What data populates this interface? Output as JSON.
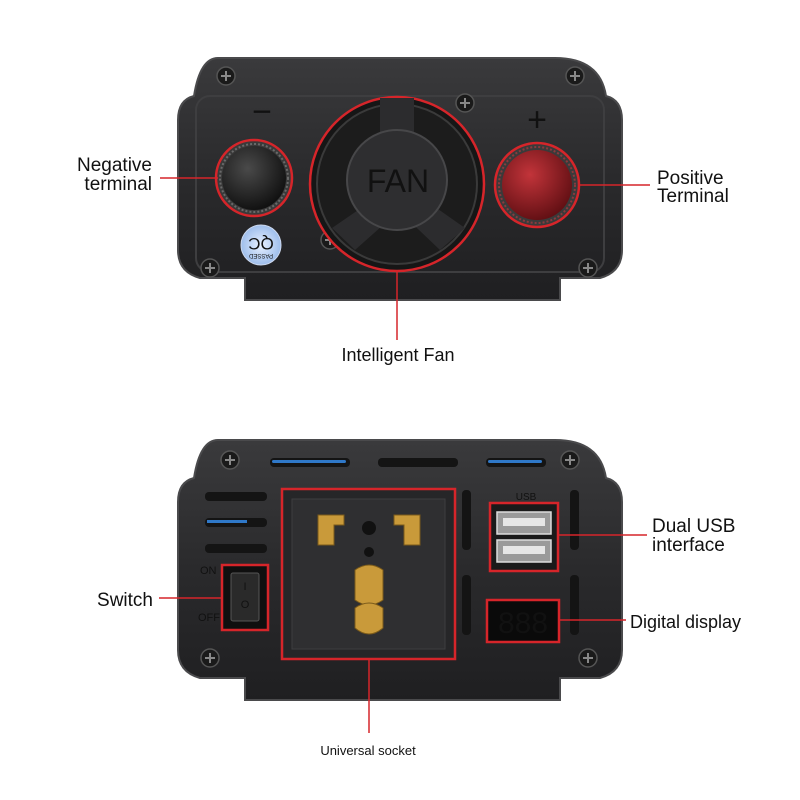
{
  "top_unit": {
    "fan_text": "FAN",
    "minus_symbol": "−",
    "plus_symbol": "+",
    "qc_line1": "QC",
    "qc_line2": "PASSED",
    "callouts": {
      "negative_line1": "Negative",
      "negative_line2": "terminal",
      "positive_line1": "Positive",
      "positive_line2": "Terminal",
      "fan": "Intelligent Fan"
    }
  },
  "bottom_unit": {
    "usb_text": "USB",
    "on_text": "ON",
    "off_text": "OFF",
    "switch_on_mark": "I",
    "switch_off_mark": "O",
    "display_readout": "888",
    "callouts": {
      "usb_line1": "Dual USB",
      "usb_line2": "interface",
      "switch": "Switch",
      "display": "Digital display",
      "socket": "Universal socket"
    }
  },
  "colors": {
    "housing": "#2b2b2d",
    "housing_edge": "#4a4a4c",
    "callout_red": "#d6252a",
    "positive_cap": "#8e1a1f",
    "led_red": "#ff2a2a",
    "vent_blue": "#2f78c8"
  }
}
